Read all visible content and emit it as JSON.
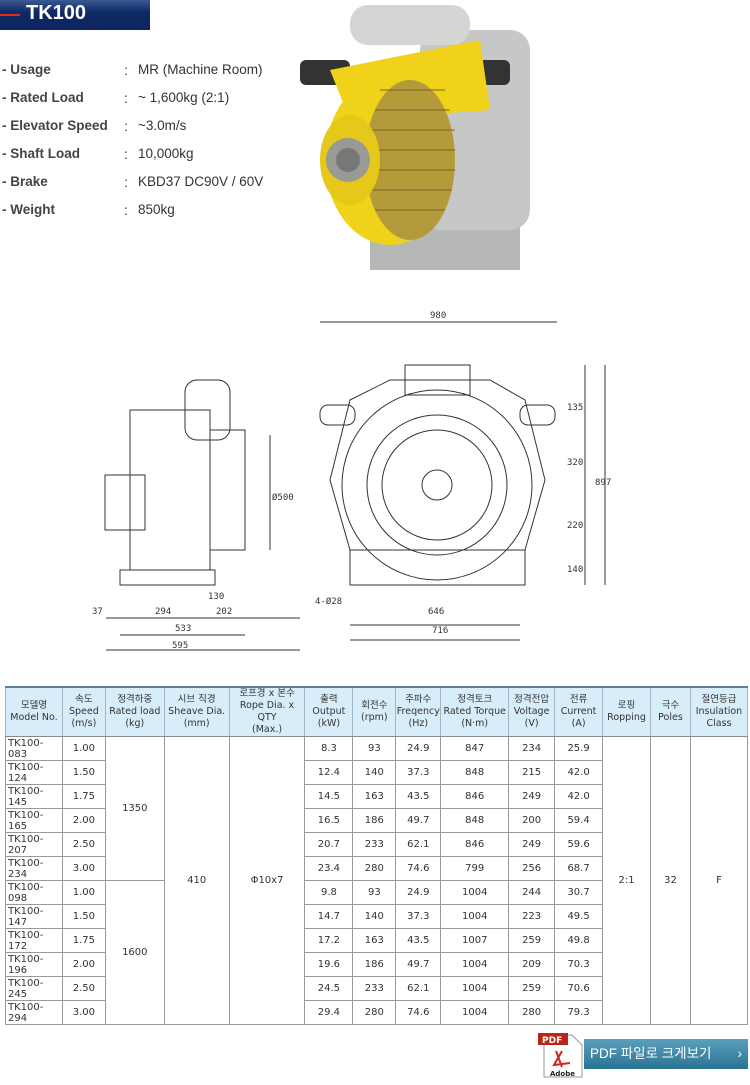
{
  "title": "TK100",
  "specs": [
    {
      "k": "- Usage",
      "v": "MR (Machine Room)"
    },
    {
      "k": "- Rated Load",
      "v": "~ 1,600kg (2:1)"
    },
    {
      "k": "- Elevator Speed",
      "v": "~3.0m/s"
    },
    {
      "k": "- Shaft Load",
      "v": "10,000kg"
    },
    {
      "k": "- Brake",
      "v": "KBD37 DC90V / 60V"
    },
    {
      "k": "- Weight",
      "v": "850kg"
    }
  ],
  "colon": ":",
  "dims": {
    "w980": "980",
    "h135": "135",
    "h320": "320",
    "h897": "897",
    "h220": "220",
    "h140": "140",
    "w646": "646",
    "w716": "716",
    "holes": "4-Ø28",
    "sheave": "Ø500",
    "s37": "37",
    "s294": "294",
    "s130": "130",
    "s202": "202",
    "s533": "533",
    "s595": "595"
  },
  "table": {
    "headers": [
      [
        "모델명",
        "Model No."
      ],
      [
        "속도",
        "Speed",
        "(m/s)"
      ],
      [
        "정격하중",
        "Rated load",
        "(kg)"
      ],
      [
        "시브 직경",
        "Sheave Dia.",
        "(mm)"
      ],
      [
        "로프경 x 본수",
        "Rope Dia. x  QTY",
        "(Max.)"
      ],
      [
        "출력",
        "Output",
        "(kW)"
      ],
      [
        "회전수",
        "(rpm)"
      ],
      [
        "주파수",
        "Freqency",
        "(Hz)"
      ],
      [
        "정격토크",
        "Rated Torque",
        "(N·m)"
      ],
      [
        "정격전압",
        "Voltage",
        "(V)"
      ],
      [
        "전류",
        "Current",
        "(A)"
      ],
      [
        "로핑",
        "Ropping"
      ],
      [
        "극수",
        "Poles"
      ],
      [
        "절연등급",
        "Insulation",
        "Class"
      ]
    ],
    "rows": [
      [
        "TK100-083",
        "1.00",
        "8.3",
        "93",
        "24.9",
        "847",
        "234",
        "25.9"
      ],
      [
        "TK100-124",
        "1.50",
        "12.4",
        "140",
        "37.3",
        "848",
        "215",
        "42.0"
      ],
      [
        "TK100-145",
        "1.75",
        "14.5",
        "163",
        "43.5",
        "846",
        "249",
        "42.0"
      ],
      [
        "TK100-165",
        "2.00",
        "16.5",
        "186",
        "49.7",
        "848",
        "200",
        "59.4"
      ],
      [
        "TK100-207",
        "2.50",
        "20.7",
        "233",
        "62.1",
        "846",
        "249",
        "59.6"
      ],
      [
        "TK100-234",
        "3.00",
        "23.4",
        "280",
        "74.6",
        "799",
        "256",
        "68.7"
      ],
      [
        "TK100-098",
        "1.00",
        "9.8",
        "93",
        "24.9",
        "1004",
        "244",
        "30.7"
      ],
      [
        "TK100-147",
        "1.50",
        "14.7",
        "140",
        "37.3",
        "1004",
        "223",
        "49.5"
      ],
      [
        "TK100-172",
        "1.75",
        "17.2",
        "163",
        "43.5",
        "1007",
        "259",
        "49.8"
      ],
      [
        "TK100-196",
        "2.00",
        "19.6",
        "186",
        "49.7",
        "1004",
        "209",
        "70.3"
      ],
      [
        "TK100-245",
        "2.50",
        "24.5",
        "233",
        "62.1",
        "1004",
        "259",
        "70.6"
      ],
      [
        "TK100-294",
        "3.00",
        "29.4",
        "280",
        "74.6",
        "1004",
        "280",
        "79.3"
      ]
    ],
    "load_groups": [
      "1350",
      "1600"
    ],
    "sheave": "410",
    "rope": "Φ10x7",
    "ropping": "2:1",
    "poles": "32",
    "insulation": "F"
  },
  "pdf": {
    "icon_top": "PDF",
    "icon_bottom": "Adobe",
    "label": "PDF 파일로 크게보기",
    "chevron": "›"
  }
}
